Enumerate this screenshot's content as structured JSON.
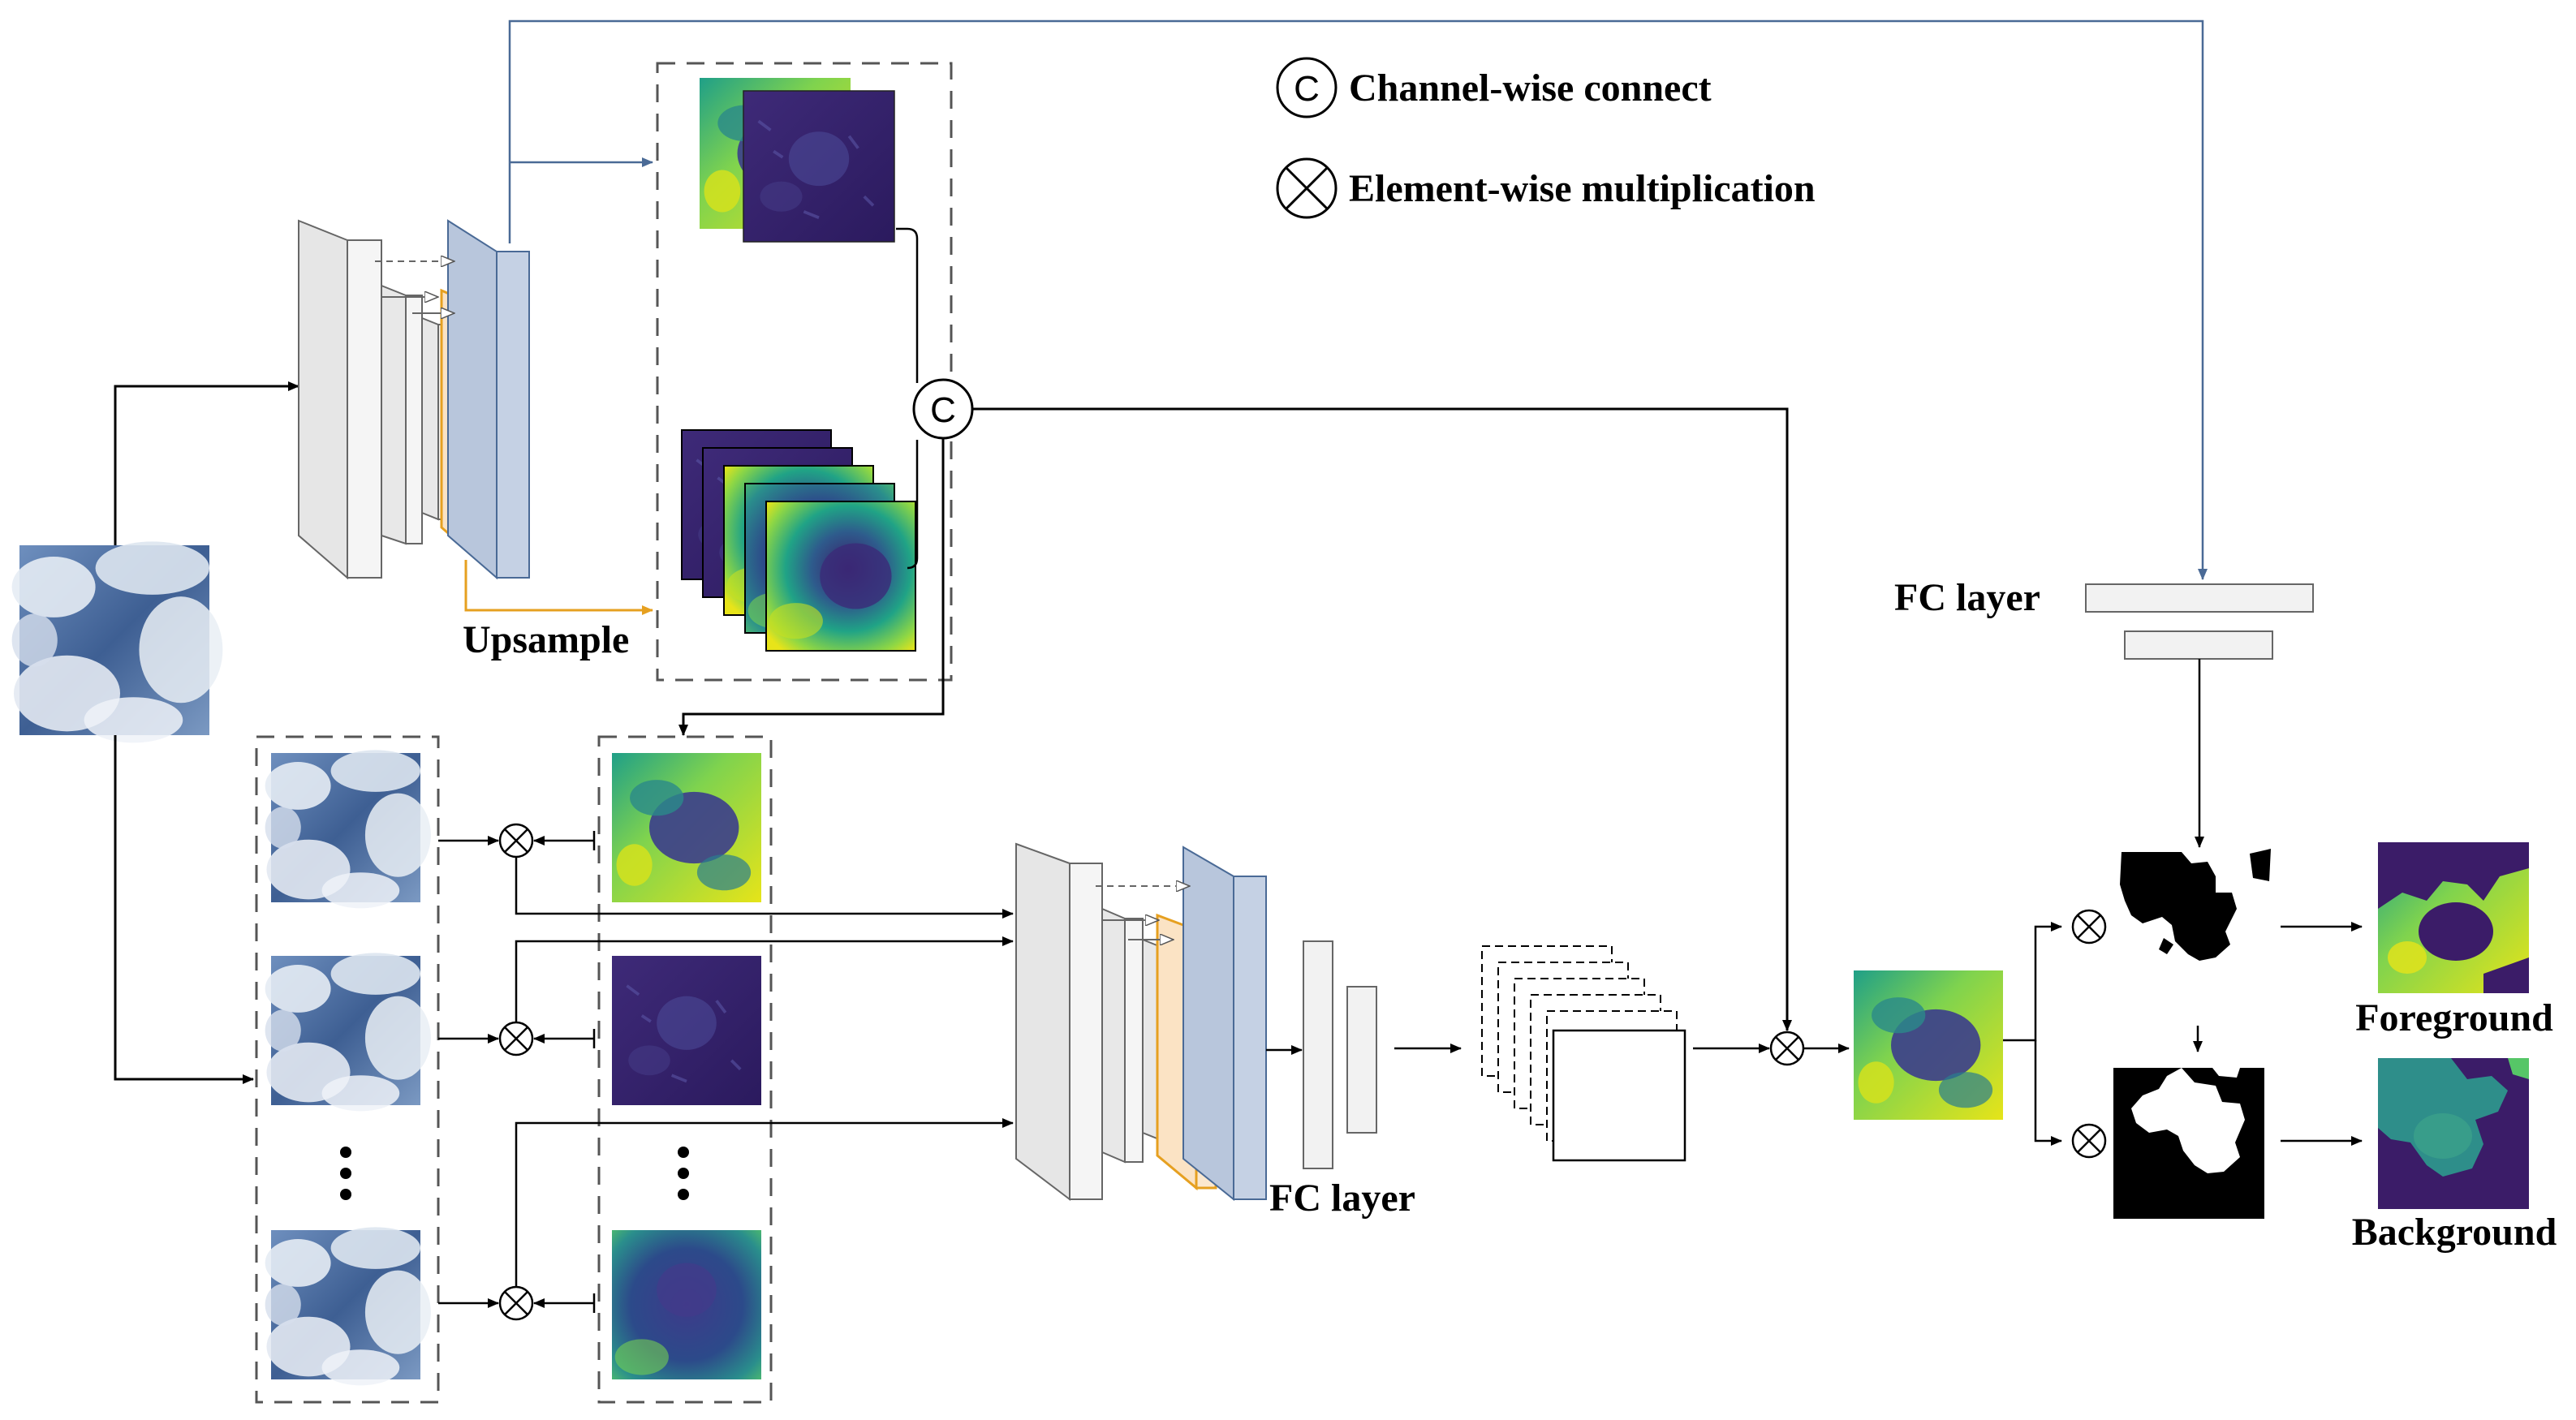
{
  "legend": {
    "channel_symbol": "C",
    "channel_label": "Channel-wise connect",
    "multiply_label": "Element-wise multiplication"
  },
  "labels": {
    "upsample": "Upsample",
    "fc_layer_top": "FC layer",
    "fc_layer_bottom": "FC layer",
    "foreground": "Foreground",
    "background": "Background",
    "concat_symbol": "C"
  },
  "colors": {
    "arrow_black": "#000000",
    "arrow_blue": "#4a6a96",
    "arrow_orange": "#e6a020",
    "block_gray": "#e6e6e6",
    "block_blue": "#b8c6dc",
    "block_orange": "#fbe3c4",
    "viridis_dark": "#3b1c68",
    "viridis_mid": "#2e7e8e",
    "viridis_light": "#b8de29",
    "sky_blue": "#4c6fa3",
    "cloud_white": "#e8eef6"
  },
  "icons": {
    "concat": "circle-c-icon",
    "multiply": "circle-x-icon",
    "ellipsis": "vertical-dots-icon"
  }
}
